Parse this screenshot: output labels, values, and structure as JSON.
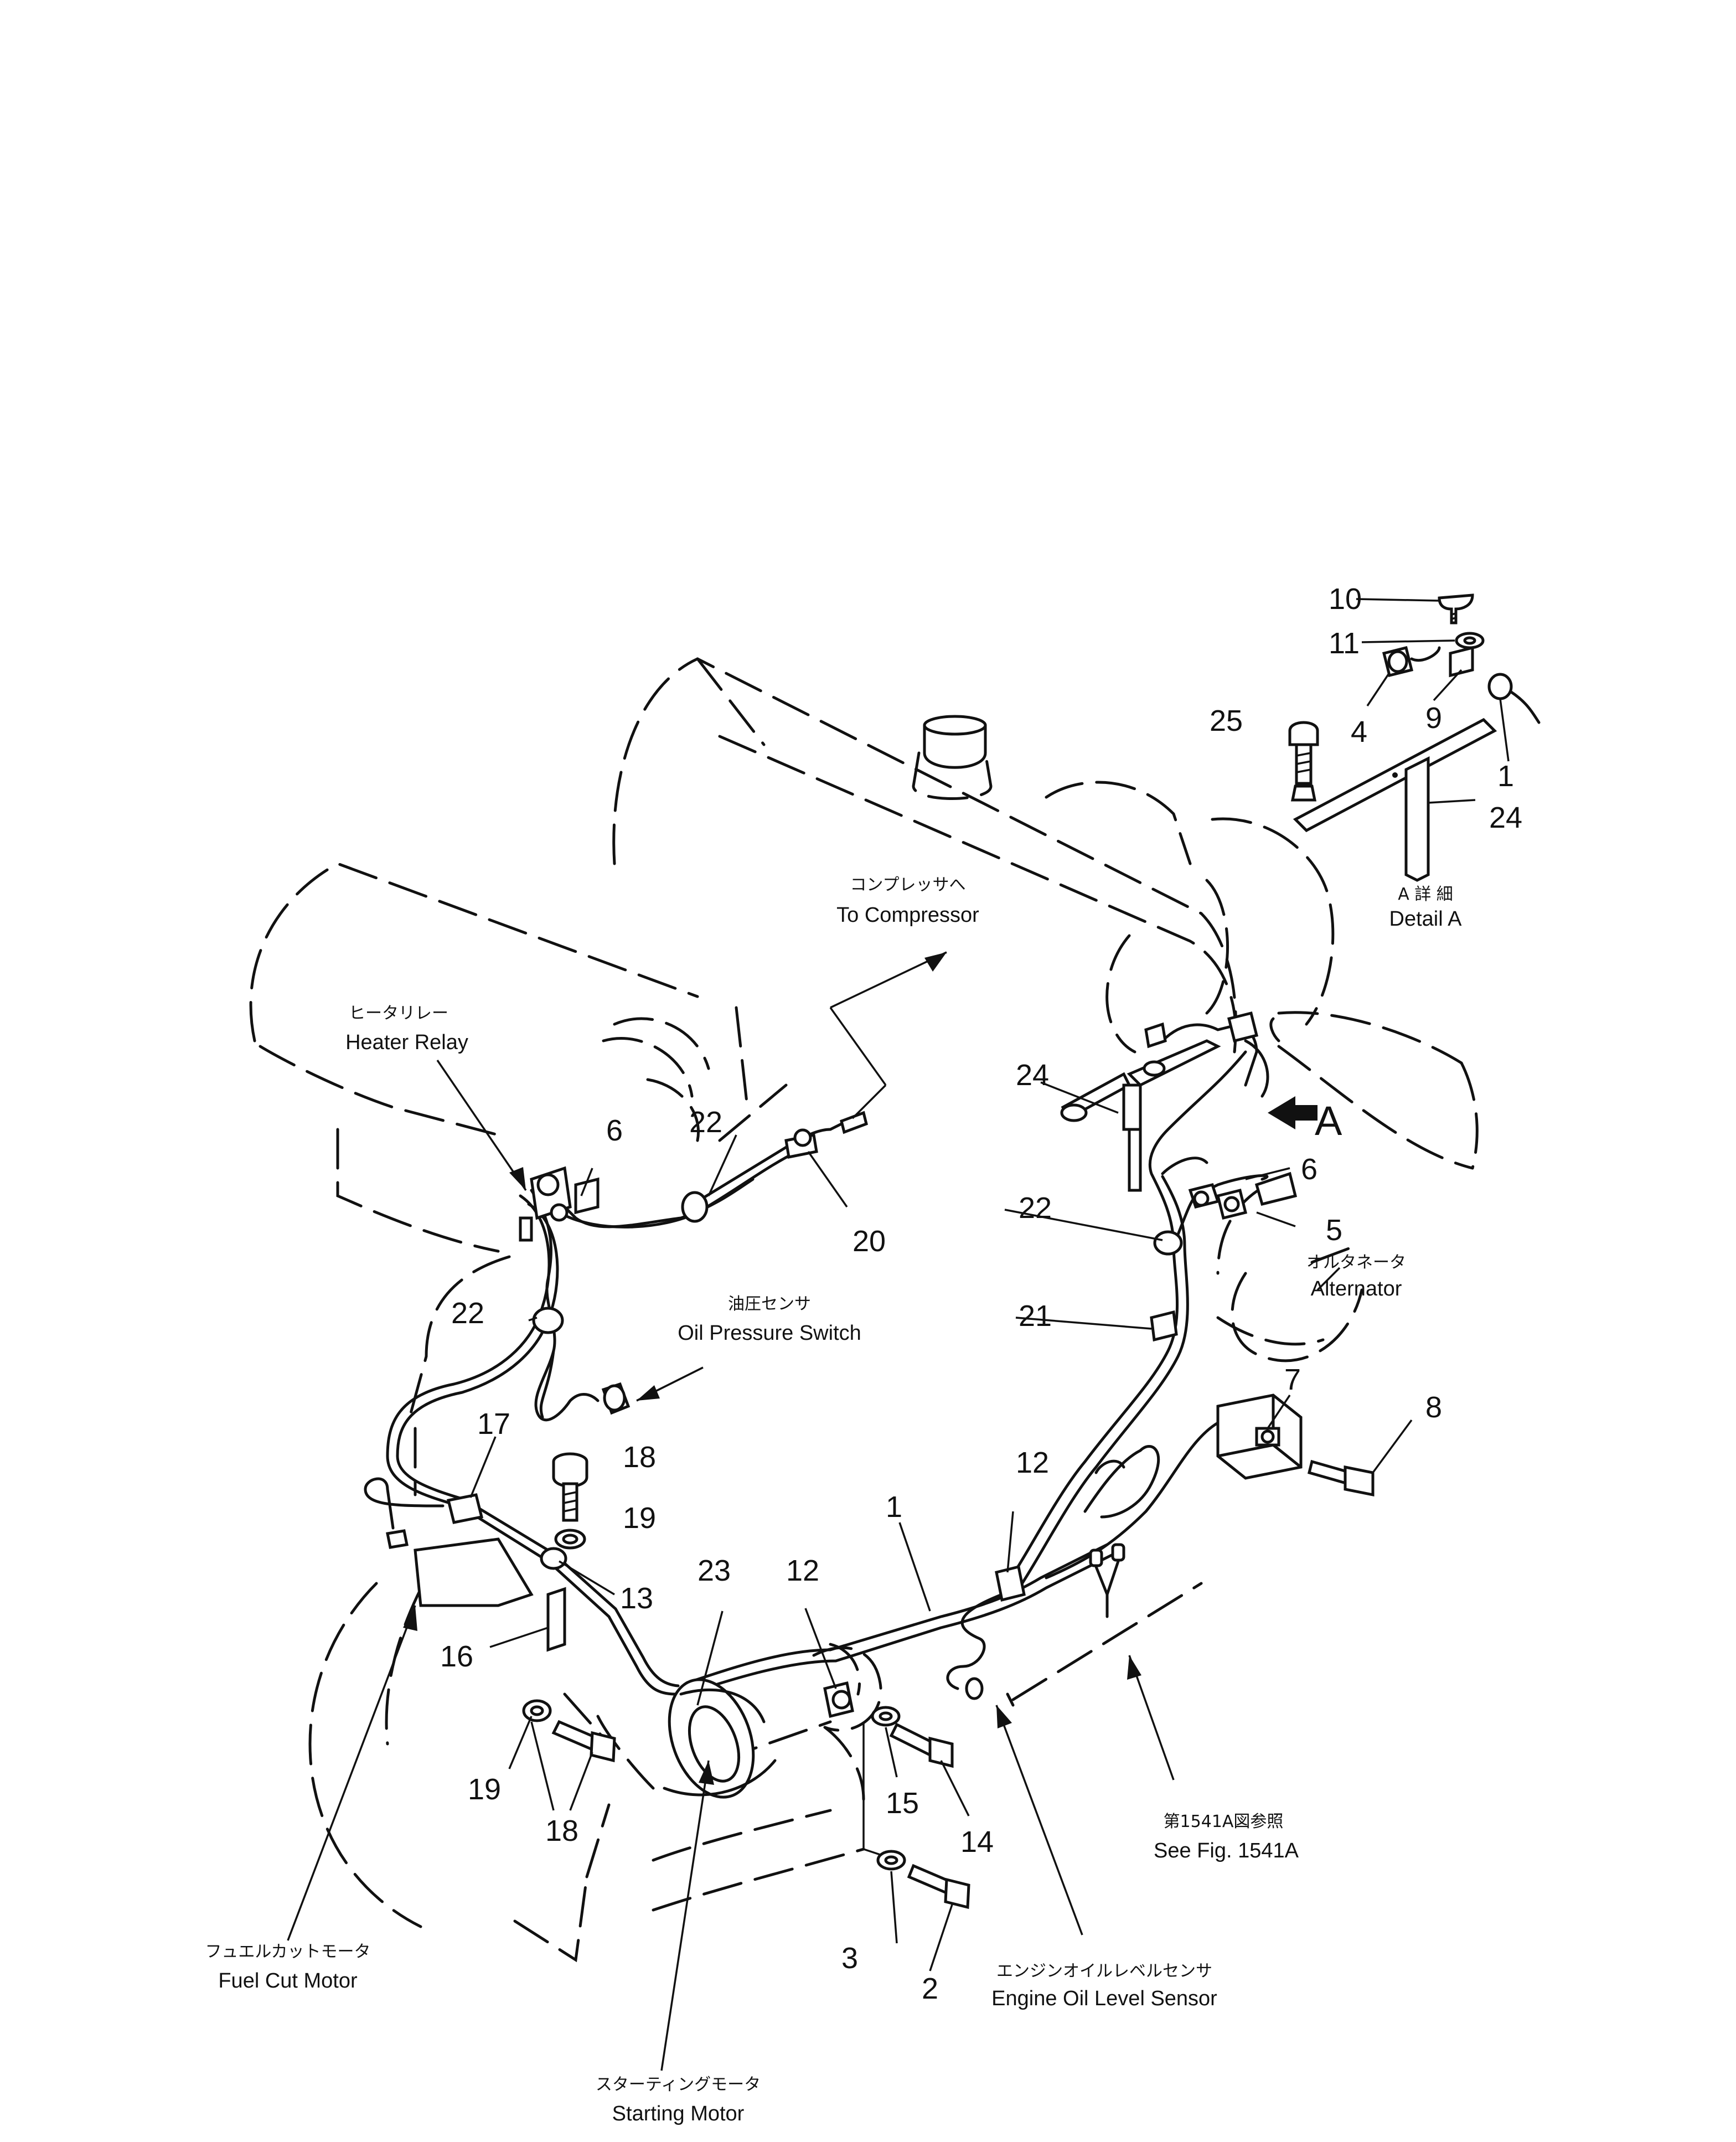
{
  "parts": {
    "p1a": "1",
    "p1b": "1",
    "p2": "2",
    "p3": "3",
    "p4": "4",
    "p5": "5",
    "p6a": "6",
    "p6b": "6",
    "p7": "7",
    "p8": "8",
    "p9": "9",
    "p10": "10",
    "p11": "11",
    "p12a": "12",
    "p12b": "12",
    "p13": "13",
    "p14": "14",
    "p15": "15",
    "p16": "16",
    "p17": "17",
    "p18a": "18",
    "p18b": "18",
    "p19a": "19",
    "p19b": "19",
    "p20": "20",
    "p21": "21",
    "p22a": "22",
    "p22b": "22",
    "p22c": "22",
    "p23": "23",
    "p24a": "24",
    "p24b": "24",
    "p25": "25"
  },
  "callouts": {
    "compressor_jp": "コンプレッサへ",
    "compressor_en": "To Compressor",
    "heater_relay_jp": "ヒータリレー",
    "heater_relay_en": "Heater Relay",
    "oil_pressure_jp": "油圧センサ",
    "oil_pressure_en": "Oil Pressure Switch",
    "alternator_jp": "オルタネータ",
    "alternator_en": "Alternator",
    "detail_a_jp": "A 詳 細",
    "detail_a_en": "Detail A",
    "arrow_a": "A",
    "see_fig_jp": "第1541A図参照",
    "see_fig_en": "See Fig. 1541A",
    "oil_level_jp": "エンジンオイルレベルセンサ",
    "oil_level_en": "Engine Oil Level Sensor",
    "fuel_cut_jp": "フュエルカットモータ",
    "fuel_cut_en": "Fuel Cut Motor",
    "starting_jp": "スターティングモータ",
    "starting_en": "Starting Motor"
  }
}
